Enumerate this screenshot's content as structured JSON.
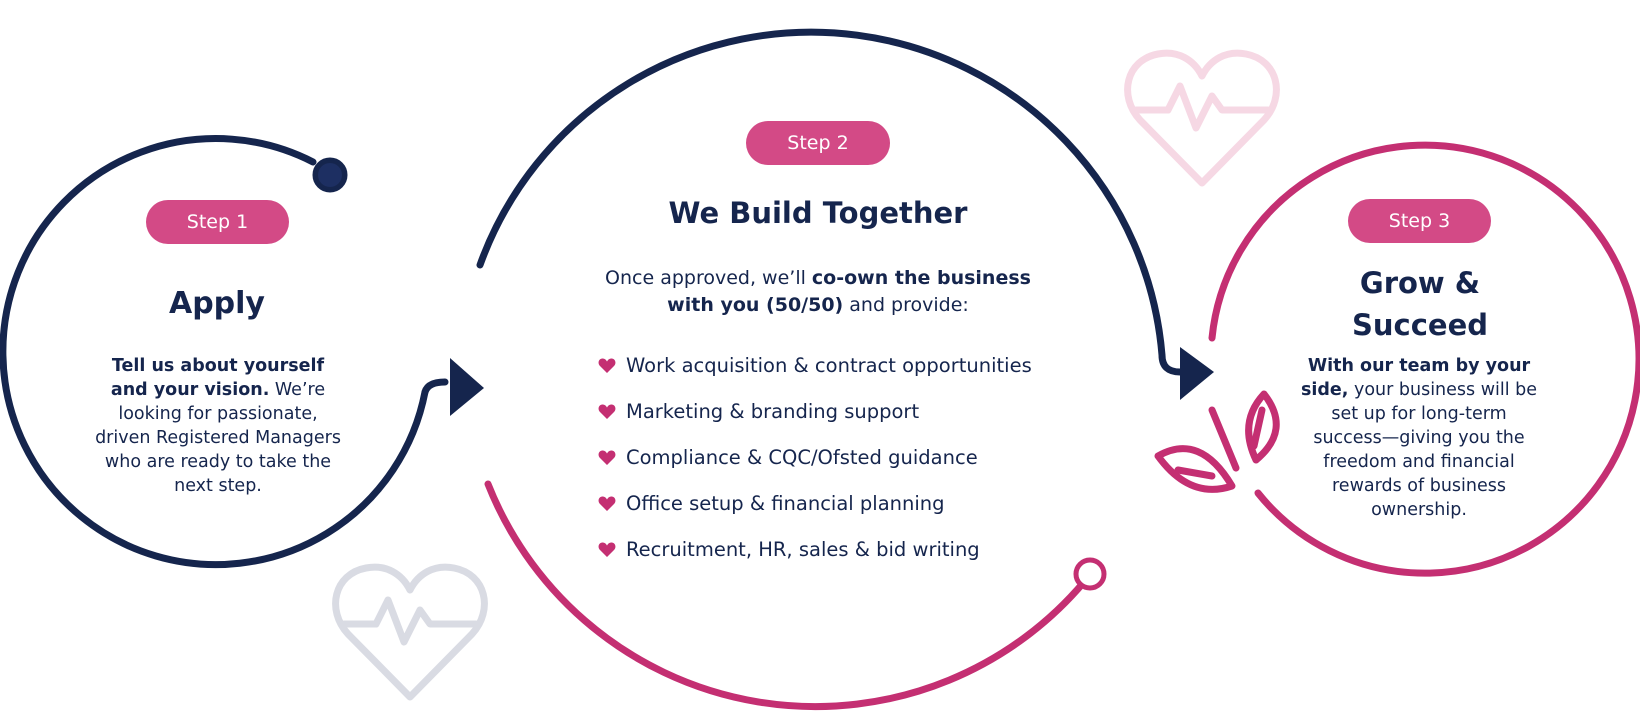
{
  "steps": [
    {
      "badge": "Step 1",
      "title": "Apply",
      "text_bold": "Tell us about yourself and your vision.",
      "text": " We’re looking for passionate, driven Registered Managers who are ready to take the next step."
    },
    {
      "badge": "Step 2",
      "title": "We Build Together",
      "intro_pre": "Once approved, we’ll ",
      "intro_bold": "co-own the business with you (50/50)",
      "intro_post": " and provide:",
      "items": [
        "Work acquisition & contract opportunities",
        "Marketing & branding support",
        "Compliance & CQC/Ofsted guidance",
        "Office setup & financial planning",
        "Recruitment, HR, sales & bid writing"
      ]
    },
    {
      "badge": "Step 3",
      "title": "Grow & Succeed",
      "text_bold": "With our team by your side,",
      "text": " your business will be set up for long-term success—giving you the freedom and financial rewards of business ownership."
    }
  ],
  "icons": {
    "bullet": "heart-icon",
    "decorations": [
      "heartbeat-heart-icon",
      "heartbeat-heart-icon",
      "sprout-leaves-icon"
    ]
  },
  "colors": {
    "navy": "#15254d",
    "pink": "#c42f72",
    "badge": "#d34a86",
    "light_pink": "#f6d8e4",
    "light_grey": "#d9dbe3"
  }
}
